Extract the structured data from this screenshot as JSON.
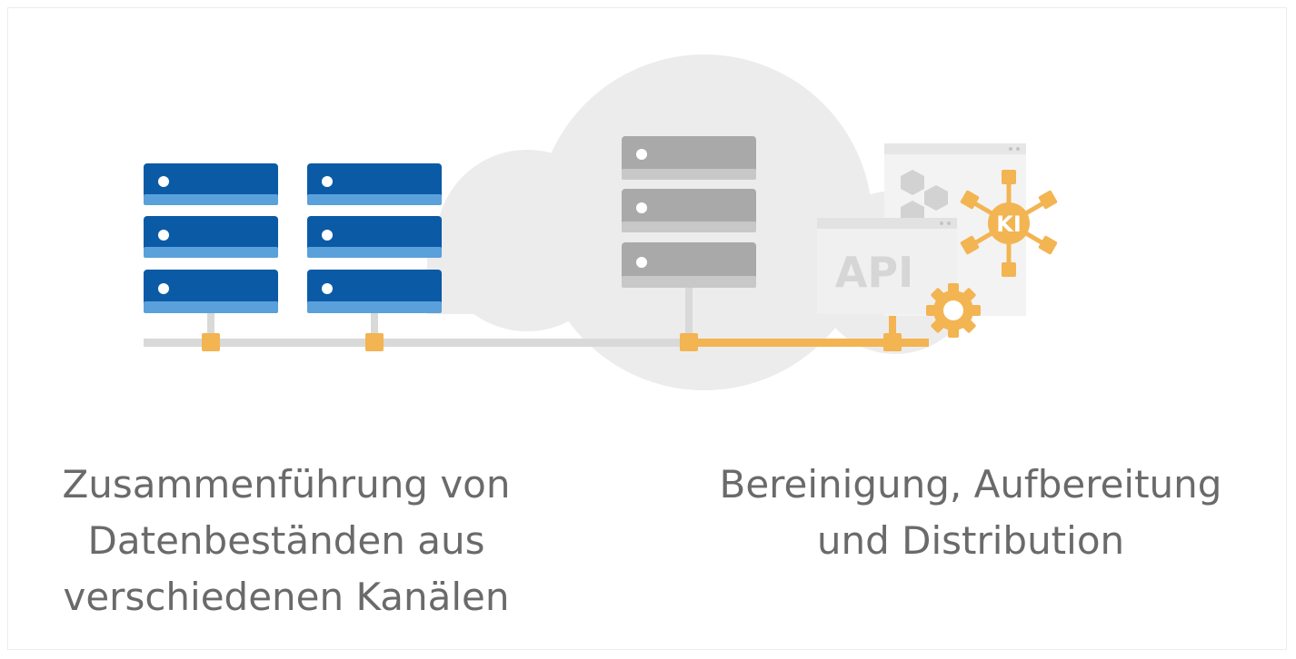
{
  "diagram": {
    "api_label": "API",
    "ki_label": "KI",
    "colors": {
      "server_blue_dark": "#0b5aa6",
      "server_blue_light": "#5aa0da",
      "server_gray": "#a9a9a9",
      "server_gray_light": "#c8c8c8",
      "cloud": "#ececec",
      "line_gray": "#d9d9d9",
      "accent_orange": "#f3b452",
      "text": "#6a6a6a"
    },
    "icons": [
      "server-rack-icon",
      "cloud-icon",
      "api-window-icon",
      "hexagon-icon",
      "ki-network-icon",
      "gear-icon"
    ]
  },
  "captions": {
    "left": "Zusammenführung von\nDatenbeständen aus\nverschiedenen Kanälen",
    "right": "Bereinigung, Aufbereitung\nund Distribution"
  }
}
